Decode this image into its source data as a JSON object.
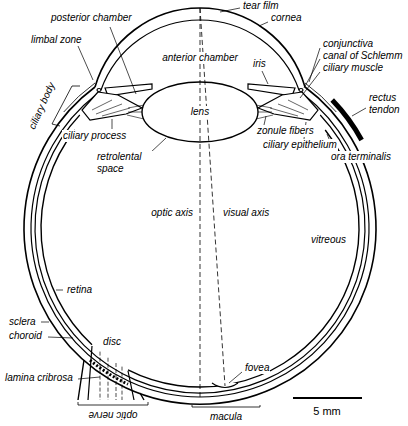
{
  "diagram": {
    "labels": [
      "tear film",
      "posterior chamber",
      "cornea",
      "iris",
      "limbal zone",
      "conjunctiva",
      "canal of Schlemm",
      "ciliary muscle",
      "ciliary body",
      "anterior chamber",
      "lens",
      "ciliary process",
      "zonule fibers",
      "rectus tendon",
      "ciliary epithelium",
      "retrolental space",
      "ora terminalis",
      "optic axis",
      "visual axis",
      "vitreous",
      "retina",
      "sclera",
      "choroid",
      "lamina cribrosa",
      "disc",
      "fovea",
      "optic nerve",
      "macula",
      "5 mm"
    ]
  }
}
